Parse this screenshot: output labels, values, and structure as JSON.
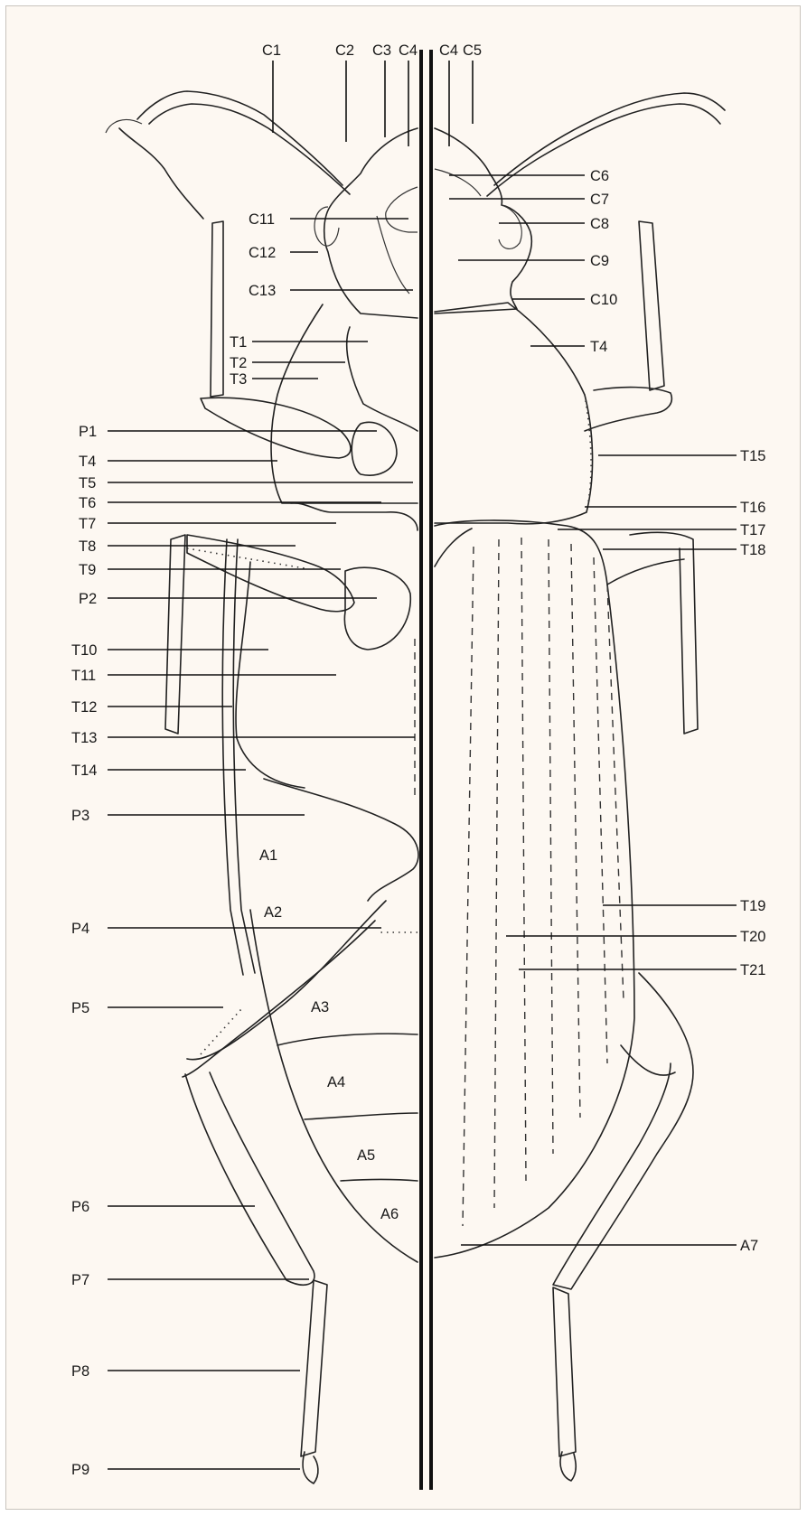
{
  "background": "#fdf8f2",
  "line_color": "#111111",
  "labels": {
    "C1": "C1",
    "C2": "C2",
    "C3": "C3",
    "C4_left": "C4",
    "C4_right": "C4",
    "C5": "C5",
    "C6": "C6",
    "C7": "C7",
    "C8": "C8",
    "C9": "C9",
    "C10": "C10",
    "C11": "C11",
    "C12": "C12",
    "C13": "C13",
    "T1": "T1",
    "T2": "T2",
    "T3": "T3",
    "T4_left": "T4",
    "T4_right": "T4",
    "T5": "T5",
    "T6": "T6",
    "T7": "T7",
    "T8": "T8",
    "T9": "T9",
    "T10": "T10",
    "T11": "T11",
    "T12": "T12",
    "T13": "T13",
    "T14": "T14",
    "T15": "T15",
    "T16": "T16",
    "T17": "T17",
    "T18": "T18",
    "T19": "T19",
    "T20": "T20",
    "T21": "T21",
    "P1": "P1",
    "P2": "P2",
    "P3": "P3",
    "P4": "P4",
    "P5": "P5",
    "P6": "P6",
    "P7": "P7",
    "P8": "P8",
    "P9": "P9",
    "A1": "A1",
    "A2": "A2",
    "A3": "A3",
    "A4": "A4",
    "A5": "A5",
    "A6": "A6",
    "A7": "A7"
  }
}
